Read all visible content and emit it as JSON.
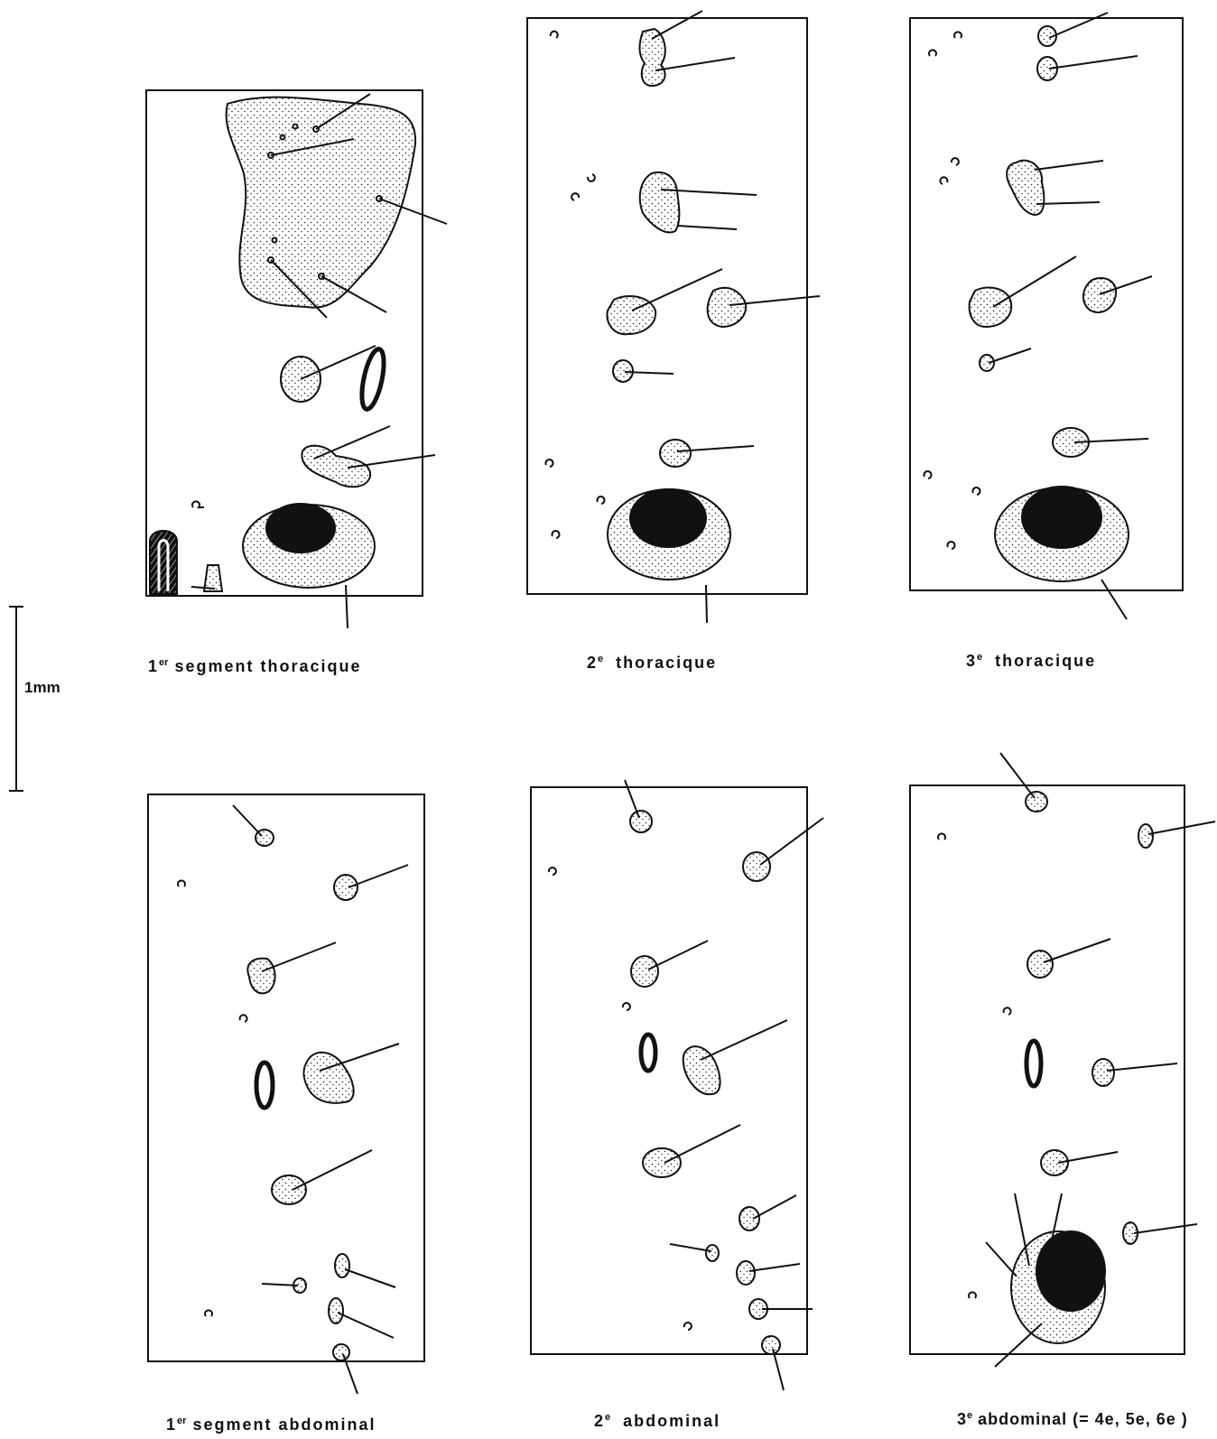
{
  "scale": {
    "label": "1mm"
  },
  "panels": [
    {
      "id": "t1",
      "num": "1",
      "sup": "er",
      "text": "segment  thoracique"
    },
    {
      "id": "t2",
      "num": "2",
      "sup": "e",
      "text": "thoracique"
    },
    {
      "id": "t3",
      "num": "3",
      "sup": "e",
      "text": "thoracique"
    },
    {
      "id": "a1",
      "num": "1",
      "sup": "er",
      "text": "segment  abdominal"
    },
    {
      "id": "a2",
      "num": "2",
      "sup": "e",
      "text": "abdominal"
    },
    {
      "id": "a3",
      "num": "3",
      "sup": "e",
      "text": "abdominal (= 4e, 5e, 6e )"
    }
  ]
}
